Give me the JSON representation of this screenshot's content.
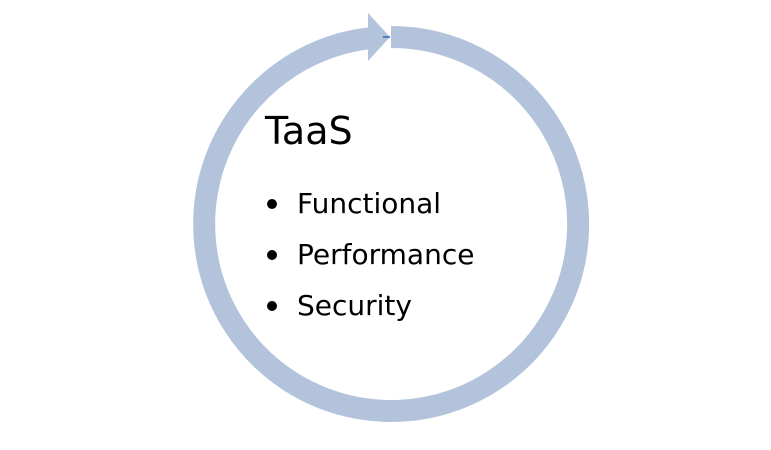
{
  "colors": {
    "ring": "#b4c3dc",
    "ring_tick": "#4f81bd",
    "text": "#000000"
  },
  "diagram": {
    "title": "TaaS",
    "items": [
      {
        "label": "Functional"
      },
      {
        "label": "Performance"
      },
      {
        "label": "Security"
      }
    ]
  }
}
